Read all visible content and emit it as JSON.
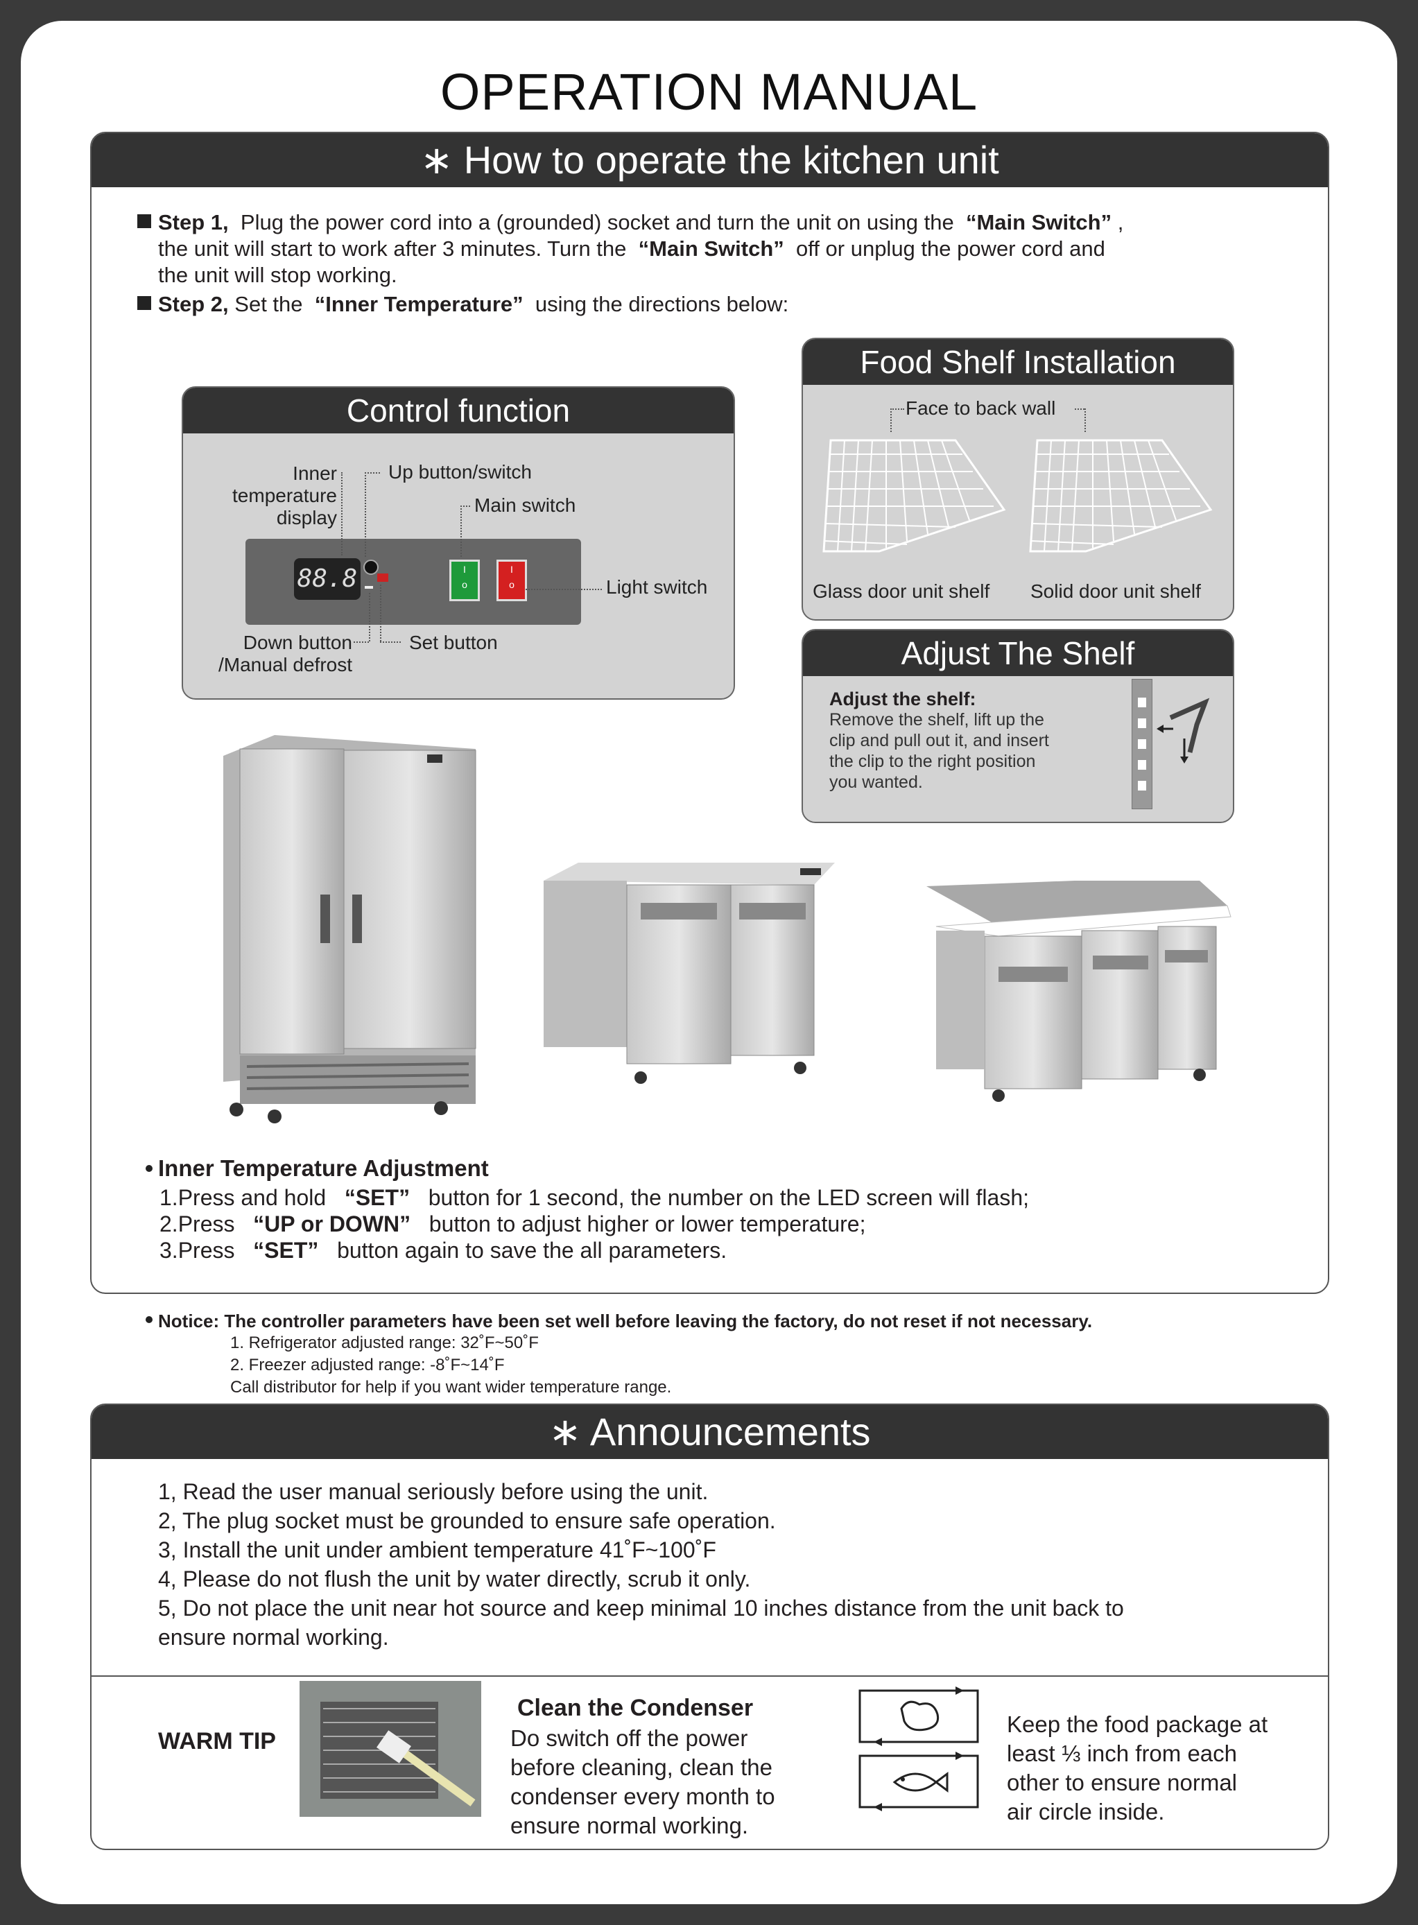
{
  "title": "OPERATION MANUAL",
  "section1": {
    "heading": "∗ How to operate the kitchen unit",
    "step1_label": "Step 1,",
    "step1_a": "Plug the power cord into a (grounded) socket and turn the unit on using the",
    "step1_main": "“Main Switch”",
    "step1_b": ",",
    "step1_c": "the unit will start to work after 3 minutes. Turn the",
    "step1_main2": "“Main Switch”",
    "step1_d": "off or unplug the power cord and",
    "step1_e": "the unit will stop working.",
    "step2_label": "Step 2,",
    "step2_a": "Set the",
    "step2_inner": "“Inner Temperature”",
    "step2_b": "using the directions below:"
  },
  "control": {
    "heading": "Control function",
    "inner_temp": "Inner",
    "inner_temp2": "temperature",
    "inner_temp3": "display",
    "up_button": "Up button/switch",
    "main_switch": "Main switch",
    "light_switch": "Light switch",
    "down_button": "Down button",
    "manual_defrost": "/Manual defrost",
    "set_button": "Set button",
    "display_value": "88.8"
  },
  "food_shelf": {
    "heading": "Food Shelf Installation",
    "face_back": "Face to back wall",
    "glass_door": "Glass door unit shelf",
    "solid_door": "Solid door unit shelf"
  },
  "adjust": {
    "heading": "Adjust The Shelf",
    "label": "Adjust the shelf:",
    "line1": "Remove the shelf, lift up the",
    "line2": "clip and pull out it, and insert",
    "line3": "the clip to the right position",
    "line4": "you wanted."
  },
  "adjustment": {
    "heading": "Inner Temperature Adjustment",
    "l1a": "1.Press and hold",
    "l1b": "“SET”",
    "l1c": "button for 1 second, the number on the LED screen will flash;",
    "l2a": "2.Press",
    "l2b": "“UP or DOWN”",
    "l2c": "button to adjust higher or lower temperature;",
    "l3a": "3.Press",
    "l3b": "“SET”",
    "l3c": "button again to save the all parameters."
  },
  "notice": {
    "main": "Notice: The controller parameters have been set well before leaving the factory, do not reset if not necessary.",
    "n1": "1.  Refrigerator adjusted range: 32˚F~50˚F",
    "n2": "2. Freezer adjusted range: -8˚F~14˚F",
    "n3": "Call distributor for help if you want wider temperature range."
  },
  "announcements": {
    "heading": "∗  Announcements",
    "items": [
      "1, Read the user manual seriously before using the unit.",
      "2, The plug socket must be grounded to ensure safe operation.",
      "3, Install the unit under ambient temperature 41˚F~100˚F",
      "4, Please do not flush the unit by water directly, scrub it only.",
      "5, Do not place the unit near hot source and keep minimal 10 inches distance from the unit back to",
      "ensure normal working."
    ]
  },
  "warm_tip": {
    "label": "WARM TIP",
    "condenser_title": "Clean the Condenser",
    "c1": "Do switch off the power",
    "c2": "before cleaning, clean the",
    "c3": "condenser every month to",
    "c4": "ensure normal working.",
    "f1": "Keep the food package at",
    "f2": "least ⅓ inch from each",
    "f3": "other to ensure normal",
    "f4": "air circle inside."
  },
  "colors": {
    "frame": "#3a3a3a",
    "header": "#333333",
    "panel": "#d3d3d3",
    "green": "#1e9a3a",
    "red": "#d42020"
  }
}
